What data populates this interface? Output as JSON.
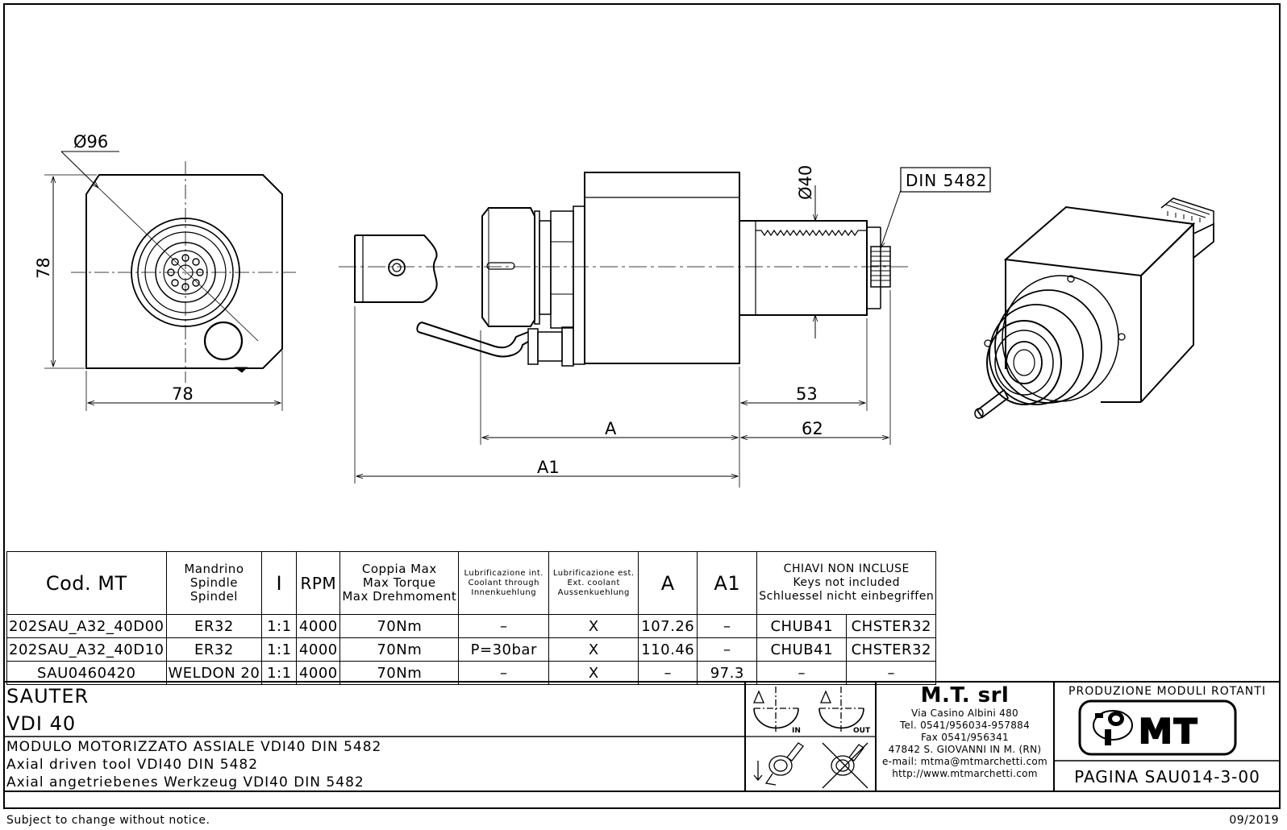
{
  "drawing": {
    "dim_front_diameter": "Ø96",
    "dim_front_height": "78",
    "dim_front_width": "78",
    "dim_shank_diameter": "Ø40",
    "standard_tag": "DIN 5482",
    "dim_shank_length": "53",
    "dim_total_right": "62",
    "dim_a": "A",
    "dim_a1": "A1"
  },
  "table": {
    "headers": {
      "code": "Cod. MT",
      "spindle": [
        "Mandrino",
        "Spindle",
        "Spindel"
      ],
      "ratio": "I",
      "rpm": "RPM",
      "torque": [
        "Coppia Max",
        "Max Torque",
        "Max Drehmoment"
      ],
      "coolant_int": [
        "Lubrificazione int.",
        "Coolant through",
        "Innenkuehlung"
      ],
      "coolant_ext": [
        "Lubrificazione est.",
        "Ext. coolant",
        "Aussenkuehlung"
      ],
      "a": "A",
      "a1": "A1",
      "keys": [
        "CHIAVI NON INCLUSE",
        "Keys not included",
        "Schluessel nicht einbegriffen"
      ]
    },
    "rows": [
      {
        "code": "202SAU_A32_40D00",
        "spindle": "ER32",
        "ratio": "1:1",
        "rpm": "4000",
        "torque": "70Nm",
        "coolant_int": "–",
        "coolant_ext": "X",
        "a": "107.26",
        "a1": "–",
        "key1": "CHUB41",
        "key2": "CHSTER32"
      },
      {
        "code": "202SAU_A32_40D10",
        "spindle": "ER32",
        "ratio": "1:1",
        "rpm": "4000",
        "torque": "70Nm",
        "coolant_int": "P=30bar",
        "coolant_ext": "X",
        "a": "110.46",
        "a1": "–",
        "key1": "CHUB41",
        "key2": "CHSTER32"
      },
      {
        "code": "SAU0460420",
        "spindle": "WELDON 20",
        "ratio": "1:1",
        "rpm": "4000",
        "torque": "70Nm",
        "coolant_int": "–",
        "coolant_ext": "X",
        "a": "–",
        "a1": "97.3",
        "key1": "–",
        "key2": "–"
      }
    ]
  },
  "title_block": {
    "brand": "SAUTER",
    "model": "VDI 40",
    "desc_it": "MODULO MOTORIZZATO ASSIALE VDI40 DIN 5482",
    "desc_en": "Axial driven tool VDI40 DIN 5482",
    "desc_de": "Axial angetriebenes Werkzeug VDI40 DIN 5482",
    "rot_in": "IN",
    "rot_out": "OUT",
    "company": "M.T. srl",
    "address": [
      "Via Casino Albini 480",
      "Tel. 0541/956034-957884",
      "Fax 0541/956341",
      "47842 S. GIOVANNI IN M. (RN)",
      "e-mail: mtma@mtmarchetti.com",
      "http://www.mtmarchetti.com"
    ],
    "production": "PRODUZIONE MODULI ROTANTI",
    "logo": "MT",
    "page": "PAGINA SAU014-3-00"
  },
  "footer": {
    "notice": "Subject to change without notice.",
    "date": "09/2019"
  }
}
